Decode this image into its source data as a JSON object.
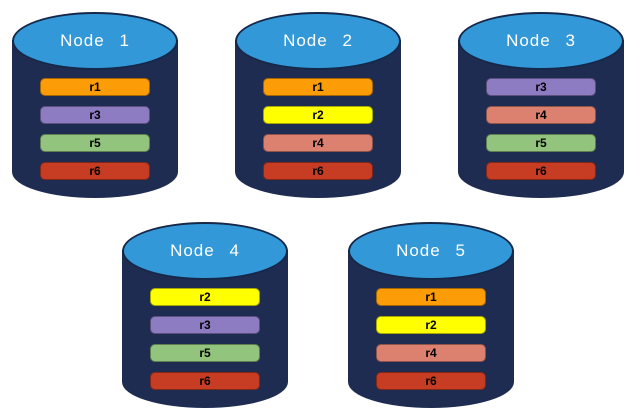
{
  "diagram": {
    "description": "Five database nodes with replicated shards",
    "colors": {
      "background": "#FFFFFF",
      "cylinder_body": "#1F2C52",
      "cylinder_top": "#3398D8",
      "cylinder_outline": "#16284A",
      "title_text": "#FFFFFF",
      "bar_text": "#000000",
      "replicas": {
        "r1": "#FC9C07",
        "r2": "#FFFF00",
        "r3": "#8E7CC3",
        "r4": "#DC8170",
        "r5": "#93C47D",
        "r6": "#C63D24"
      }
    },
    "rows": [
      {
        "nodes": [
          {
            "label": "Node 1",
            "replicas": [
              "r1",
              "r3",
              "r5",
              "r6"
            ]
          },
          {
            "label": "Node 2",
            "replicas": [
              "r1",
              "r2",
              "r4",
              "r6"
            ]
          },
          {
            "label": "Node 3",
            "replicas": [
              "r3",
              "r4",
              "r5",
              "r6"
            ]
          }
        ]
      },
      {
        "nodes": [
          {
            "label": "Node 4",
            "replicas": [
              "r2",
              "r3",
              "r5",
              "r6"
            ]
          },
          {
            "label": "Node 5",
            "replicas": [
              "r1",
              "r2",
              "r4",
              "r6"
            ]
          }
        ]
      }
    ]
  }
}
